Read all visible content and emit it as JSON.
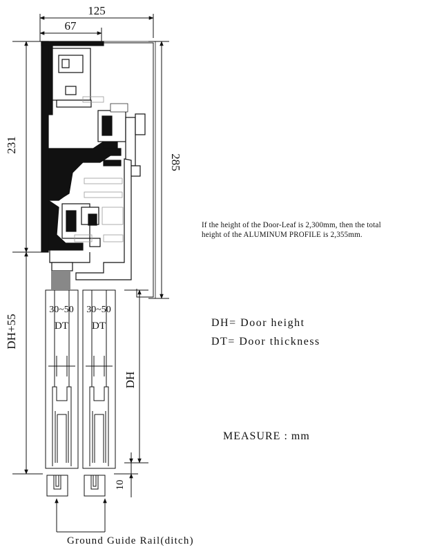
{
  "dimensions": {
    "overall_width": "125",
    "inner_width": "67",
    "profile_height": "231",
    "total_height": "285",
    "door_plus": "DH+55",
    "door_height": "DH",
    "gap": "10",
    "thickness_left": "30~50",
    "thickness_right": "30~50",
    "dt_left": "DT",
    "dt_right": "DT"
  },
  "notes": {
    "profile_note_line1": "If the height of the Door-Leaf is 2,300mm, then the total",
    "profile_note_line2": "height of the ALUMINUM  PROFILE is 2,355mm."
  },
  "legend": {
    "dh": "DH= Door height",
    "dt": "DT= Door thickness"
  },
  "measure": "MEASURE : mm",
  "caption": "Ground Guide Rail(ditch)"
}
